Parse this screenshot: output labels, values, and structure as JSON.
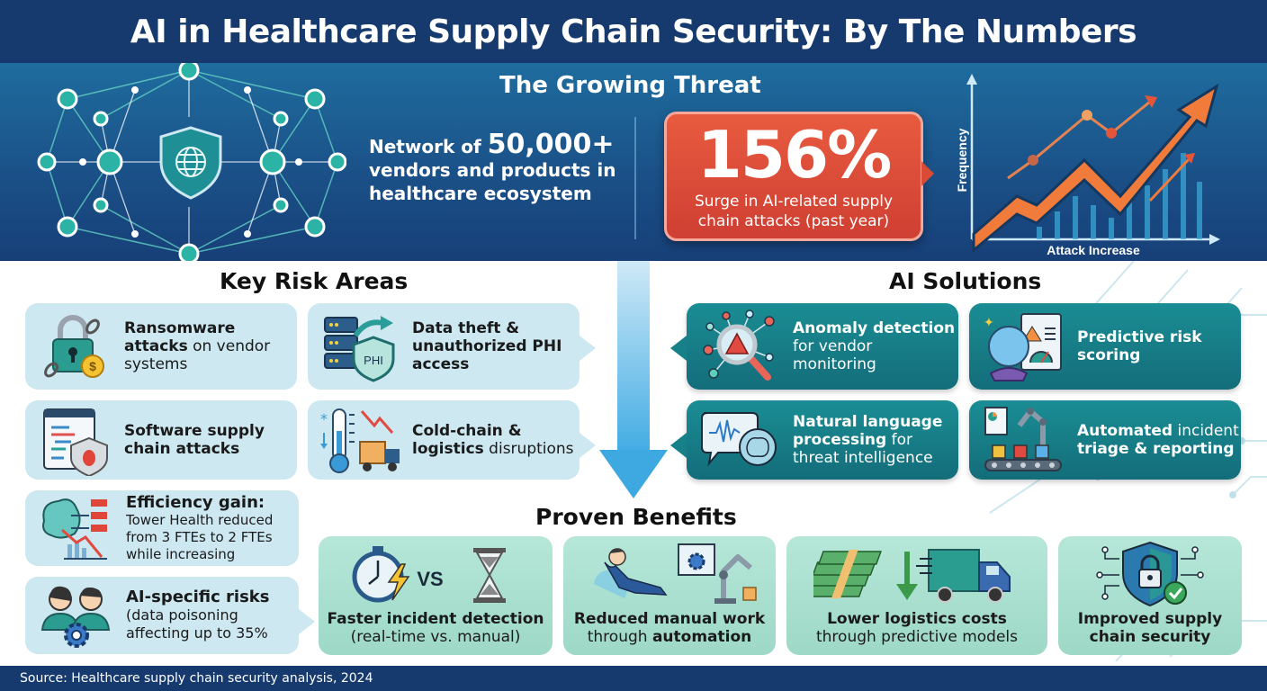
{
  "header": {
    "title": "AI in Healthcare Supply Chain Security: By The Numbers"
  },
  "threat": {
    "title": "The Growing Threat",
    "network": {
      "prefix": "Network of ",
      "value": "50,000+",
      "suffix_line1": "vendors and products in",
      "suffix_line2": "healthcare ecosystem"
    },
    "surge": {
      "value": "156%",
      "desc_line1": "Surge in AI-related supply",
      "desc_line2": "chain attacks (past year)",
      "color": "#d94b36"
    },
    "chart": {
      "ylabel": "Frequency",
      "xlabel": "Attack Increase"
    }
  },
  "risks": {
    "title": "Key Risk Areas",
    "items": [
      {
        "bold": "Ransomware attacks",
        "rest": " on vendor systems",
        "icon": "padlock-chain-icon"
      },
      {
        "bold": "Data theft & unauthorized PHI access",
        "rest": "",
        "icon": "server-phi-shield-icon",
        "badge": "PHI"
      },
      {
        "bold": "Software supply chain attacks",
        "rest": "",
        "icon": "code-bug-shield-icon"
      },
      {
        "bold": "Cold-chain & logistics",
        "rest": " disruptions",
        "icon": "thermometer-truck-icon"
      },
      {
        "bold": "Efficiency gain:",
        "rest": " Tower Health reduced from 3 FTEs to 2 FTEs while increasing",
        "icon": "brain-chart-icon"
      },
      {
        "bold": "AI-specific risks",
        "rest": " (data poisoning affecting up to 35%",
        "icon": "people-gear-icon"
      }
    ]
  },
  "solutions": {
    "title": "AI Solutions",
    "items": [
      {
        "bold": "Anomaly detection",
        "rest": " for vendor monitoring",
        "icon": "magnifier-alert-icon"
      },
      {
        "bold": "Predictive risk scoring",
        "rest": "",
        "icon": "crystal-ball-dashboard-icon"
      },
      {
        "bold": "Natural language processing",
        "rest": " for threat intelligence",
        "icon": "speech-brain-icon"
      },
      {
        "bold": "Automated",
        "rest": " incident ",
        "bold2": "triage & reporting",
        "icon": "robot-arm-conveyor-icon"
      }
    ]
  },
  "benefits": {
    "title": "Proven Benefits",
    "items": [
      {
        "line1": "Faster incident detection",
        "line2": "(real-time vs. manual)",
        "vs": "VS",
        "icon": "stopwatch-vs-hourglass-icon"
      },
      {
        "line1": "Reduced manual work",
        "line2_pre": "through ",
        "line2_bold": "automation",
        "icon": "relaxed-person-robot-icon"
      },
      {
        "line1": "Lower logistics costs",
        "line2": "through predictive models",
        "icon": "money-down-truck-icon"
      },
      {
        "line1": "Improved supply",
        "line2": "chain security",
        "icon": "shield-lock-check-icon"
      }
    ]
  },
  "footer": {
    "source": "Source: Healthcare supply chain security analysis, 2024"
  }
}
